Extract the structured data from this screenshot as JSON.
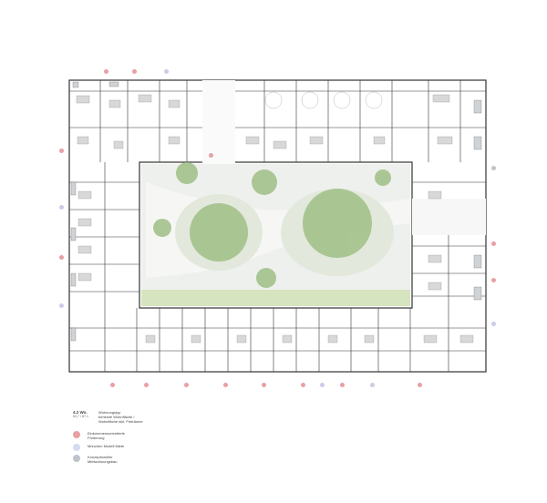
{
  "legend": {
    "area_key": "4.2 Wo.",
    "area_key_sub": "63,7 / 87,1",
    "area_desc_1": "Wohnungstyp",
    "area_desc_2": "beheizte Wohnfläche /",
    "area_desc_3": "Wohnfläche inkl. Freiräume",
    "items": [
      {
        "label_1": "Einkommensorientierte",
        "label_2": "Förderung",
        "color": "#e8a0a4"
      },
      {
        "label_1": "München Modell Miete",
        "label_2": "",
        "color": "#d7dbf0"
      },
      {
        "label_1": "Konzeptioneller",
        "label_2": "Mietwohnungsbau",
        "color": "#bfc3cc"
      }
    ]
  },
  "colors": {
    "courtyard": "#eef0ee",
    "lawn_strip": "#d7e4c0",
    "tree_canopy": "#9fbf86",
    "wall": "#333333"
  }
}
